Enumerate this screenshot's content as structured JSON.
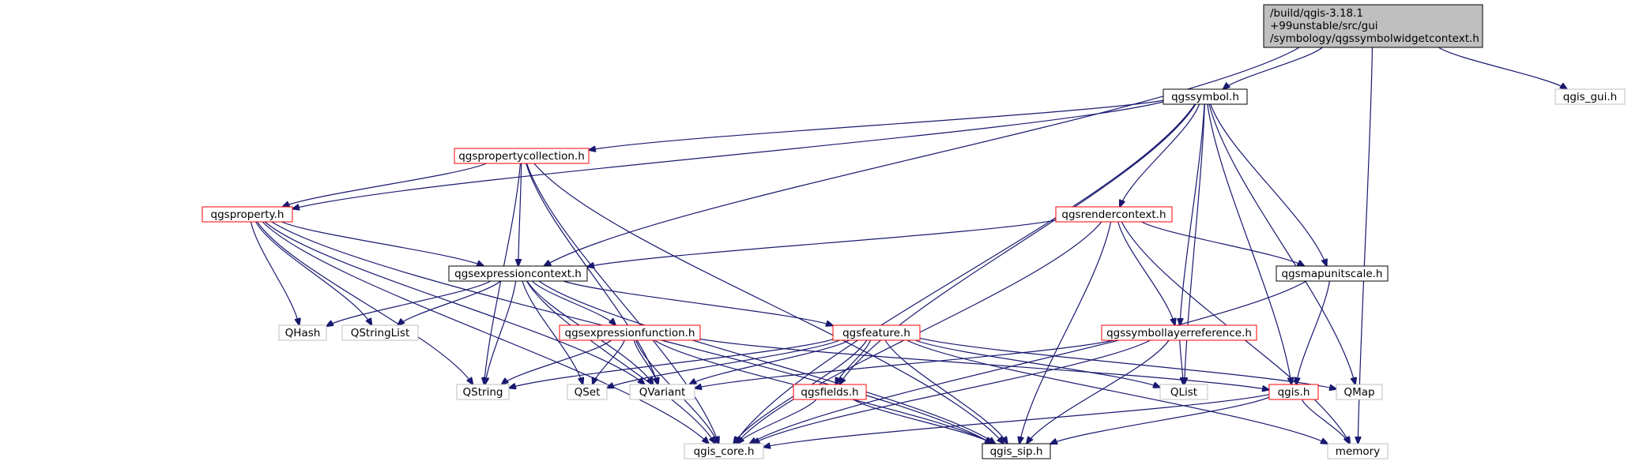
{
  "diagram": {
    "nodes": {
      "root": {
        "lines": [
          "/build/qgis-3.18.1",
          "+99unstable/src/gui",
          "/symbology/qgssymbolwidgetcontext.h"
        ],
        "style": "root"
      },
      "qgssymbol": {
        "label": "qgssymbol.h",
        "style": "black"
      },
      "qgis_gui": {
        "label": "qgis_gui.h",
        "style": "gray"
      },
      "qgspropertycollection": {
        "label": "qgspropertycollection.h",
        "style": "red"
      },
      "qgsproperty": {
        "label": "qgsproperty.h",
        "style": "red"
      },
      "qgsrendercontext": {
        "label": "qgsrendercontext.h",
        "style": "red"
      },
      "qgsexpressioncontext": {
        "label": "qgsexpressioncontext.h",
        "style": "black"
      },
      "qgsmapunitscale": {
        "label": "qgsmapunitscale.h",
        "style": "black"
      },
      "qgsexpressionfunction": {
        "label": "qgsexpressionfunction.h",
        "style": "red"
      },
      "qgsfeature": {
        "label": "qgsfeature.h",
        "style": "red"
      },
      "qgssymbollayerreference": {
        "label": "qgssymbollayerreference.h",
        "style": "red"
      },
      "qhash": {
        "label": "QHash",
        "style": "gray"
      },
      "qstringlist": {
        "label": "QStringList",
        "style": "gray"
      },
      "qstring": {
        "label": "QString",
        "style": "gray"
      },
      "qset": {
        "label": "QSet",
        "style": "gray"
      },
      "qvariant": {
        "label": "QVariant",
        "style": "gray"
      },
      "qgsfields": {
        "label": "qgsfields.h",
        "style": "red"
      },
      "qlist": {
        "label": "QList",
        "style": "gray"
      },
      "qgis": {
        "label": "qgis.h",
        "style": "red"
      },
      "qmap": {
        "label": "QMap",
        "style": "gray"
      },
      "qgis_core": {
        "label": "qgis_core.h",
        "style": "gray"
      },
      "qgis_sip": {
        "label": "qgis_sip.h",
        "style": "black"
      },
      "memory": {
        "label": "memory",
        "style": "gray"
      }
    },
    "edges": [
      [
        "root",
        "qgssymbol"
      ],
      [
        "root",
        "qgis_gui"
      ],
      [
        "root",
        "qgsexpressioncontext"
      ],
      [
        "root",
        "memory"
      ],
      [
        "qgssymbol",
        "qgspropertycollection"
      ],
      [
        "qgssymbol",
        "qgsproperty"
      ],
      [
        "qgssymbol",
        "qgsrendercontext"
      ],
      [
        "qgssymbol",
        "qgsmapunitscale"
      ],
      [
        "qgssymbol",
        "qgssymbollayerreference"
      ],
      [
        "qgssymbol",
        "qgsfields"
      ],
      [
        "qgssymbol",
        "qlist"
      ],
      [
        "qgssymbol",
        "qgis"
      ],
      [
        "qgssymbol",
        "qmap"
      ],
      [
        "qgssymbol",
        "qgis_core"
      ],
      [
        "qgspropertycollection",
        "qgsproperty"
      ],
      [
        "qgspropertycollection",
        "qgsexpressioncontext"
      ],
      [
        "qgspropertycollection",
        "qvariant"
      ],
      [
        "qgspropertycollection",
        "qgis_sip"
      ],
      [
        "qgspropertycollection",
        "qstring"
      ],
      [
        "qgspropertycollection",
        "qgis_core"
      ],
      [
        "qgsproperty",
        "qgsexpressioncontext"
      ],
      [
        "qgsproperty",
        "qhash"
      ],
      [
        "qgsproperty",
        "qstringlist"
      ],
      [
        "qgsproperty",
        "qstring"
      ],
      [
        "qgsproperty",
        "qvariant"
      ],
      [
        "qgsproperty",
        "qgis_core"
      ],
      [
        "qgsproperty",
        "qgis_sip"
      ],
      [
        "qgsrendercontext",
        "qgsexpressioncontext"
      ],
      [
        "qgsrendercontext",
        "qgsmapunitscale"
      ],
      [
        "qgsrendercontext",
        "qgssymbollayerreference"
      ],
      [
        "qgsrendercontext",
        "qgis_core"
      ],
      [
        "qgsrendercontext",
        "qgis_sip"
      ],
      [
        "qgsrendercontext",
        "memory"
      ],
      [
        "qgsexpressioncontext",
        "qhash"
      ],
      [
        "qgsexpressioncontext",
        "qstringlist"
      ],
      [
        "qgsexpressioncontext",
        "qgsexpressionfunction"
      ],
      [
        "qgsexpressioncontext",
        "qgsfeature"
      ],
      [
        "qgsexpressioncontext",
        "qstring"
      ],
      [
        "qgsexpressioncontext",
        "qset"
      ],
      [
        "qgsexpressioncontext",
        "qvariant"
      ],
      [
        "qgsexpressioncontext",
        "qgis_core"
      ],
      [
        "qgsexpressioncontext",
        "qgis_sip"
      ],
      [
        "qgsmapunitscale",
        "qgis"
      ],
      [
        "qgsmapunitscale",
        "qgis_core"
      ],
      [
        "qgsexpressionfunction",
        "qstring"
      ],
      [
        "qgsexpressionfunction",
        "qset"
      ],
      [
        "qgsexpressionfunction",
        "qvariant"
      ],
      [
        "qgsexpressionfunction",
        "qgis"
      ],
      [
        "qgsexpressionfunction",
        "qgis_core"
      ],
      [
        "qgsexpressionfunction",
        "qgis_sip"
      ],
      [
        "qgsfeature",
        "qstring"
      ],
      [
        "qgsfeature",
        "qset"
      ],
      [
        "qgsfeature",
        "qvariant"
      ],
      [
        "qgsfeature",
        "qgsfields"
      ],
      [
        "qgsfeature",
        "qlist"
      ],
      [
        "qgsfeature",
        "qmap"
      ],
      [
        "qgsfeature",
        "qgis_core"
      ],
      [
        "qgsfeature",
        "qgis_sip"
      ],
      [
        "qgsfeature",
        "memory"
      ],
      [
        "qgssymbollayerreference",
        "qvariant"
      ],
      [
        "qgssymbollayerreference",
        "qlist"
      ],
      [
        "qgssymbollayerreference",
        "qgis_core"
      ],
      [
        "qgssymbollayerreference",
        "qgis_sip"
      ],
      [
        "qgsfields",
        "qgis_core"
      ],
      [
        "qgsfields",
        "qgis_sip"
      ],
      [
        "qgis",
        "memory"
      ],
      [
        "qgis",
        "qgis_core"
      ],
      [
        "qgis",
        "qgis_sip"
      ]
    ],
    "colors": {
      "edge": "#191970",
      "root_fill": "#bfbfbf",
      "black_border": "#000000",
      "red_border": "#ff0000",
      "gray_border": "#bfbfbf",
      "text": "#000000",
      "gray_text": "#000000"
    }
  }
}
